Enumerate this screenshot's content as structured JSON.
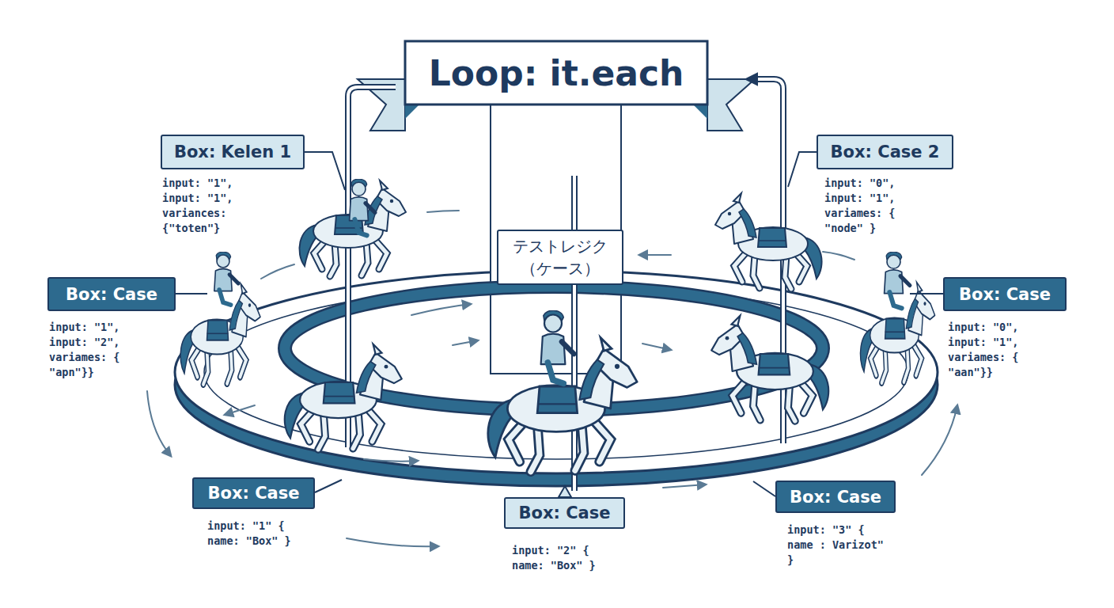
{
  "diagram": {
    "title": "Loop: it.each",
    "nodes": [
      {
        "text": [
          "Box: Kelen 1",
          "input: \"1\", input: \"1\", variances: {\"toten\"}"
        ]
      },
      {
        "text": [
          "Box: Case 2",
          "input: \"0\", input: \"1\", variames: { \"node\" }"
        ]
      },
      {
        "text": [
          "テストレジク （ケース）"
        ]
      },
      {
        "text": [
          "Box: Case",
          "input: \"1\", input: \"2\", variames: { \"apn\"}}"
        ]
      },
      {
        "text": [
          "Box: Case",
          "input: \"0\", input: \"1\", variames: { \"aan\"}}"
        ]
      },
      {
        "text": [
          "Box: Case",
          "input: \"1\" { name: \"Box\" }"
        ]
      },
      {
        "text": [
          "Box: Case",
          "input: \"2\" { name: \"Box\" }"
        ]
      },
      {
        "text": [
          "Box: Case",
          "input: \"3\" { name : Varizot\" }"
        ]
      }
    ],
    "edges": []
  }
}
